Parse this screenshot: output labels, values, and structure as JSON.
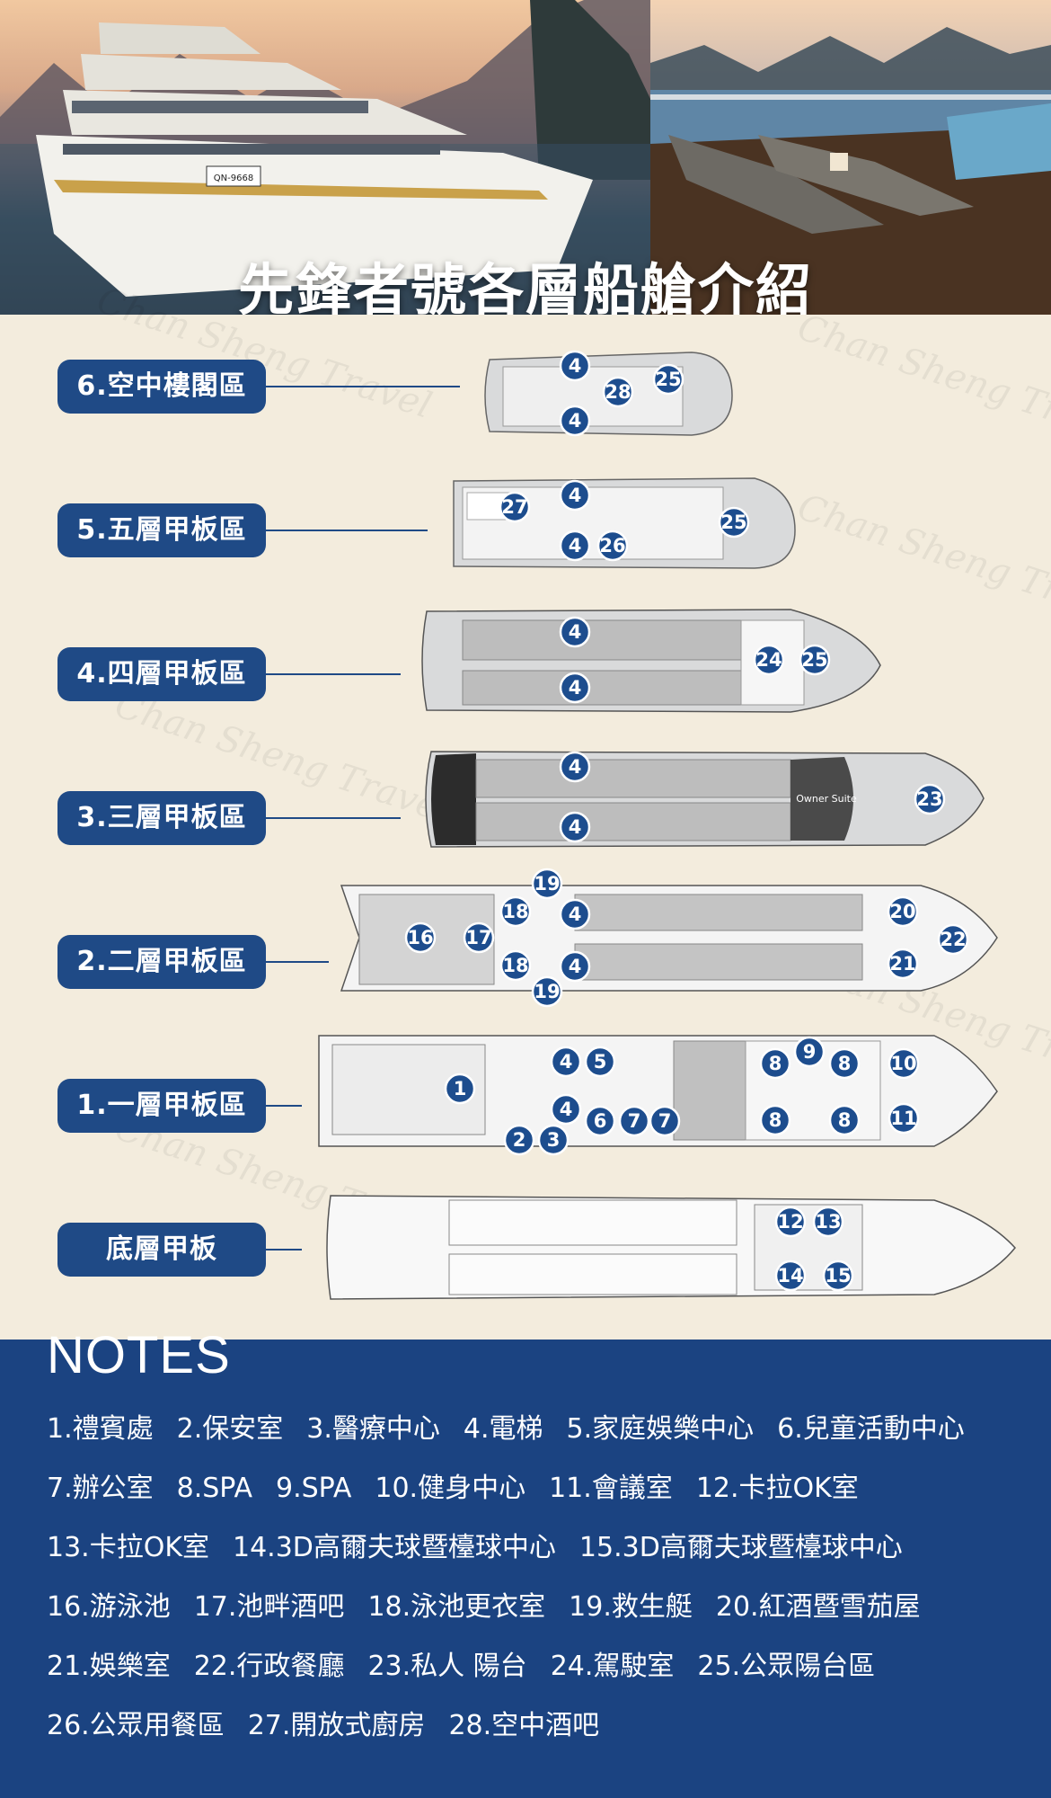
{
  "hero": {
    "title": "先鋒者號各層船艙介紹",
    "ship_plate": "QN-9668"
  },
  "watermark": "Chan Sheng Travel",
  "decks": [
    {
      "label": "6.空中樓閣區"
    },
    {
      "label": "5.五層甲板區"
    },
    {
      "label": "4.四層甲板區"
    },
    {
      "label": "3.三層甲板區"
    },
    {
      "label": "2.二層甲板區"
    },
    {
      "label": "1.一層甲板區"
    },
    {
      "label": "底層甲板"
    }
  ],
  "room_labels": {
    "deck3_owner": "Owner Suite"
  },
  "notes": {
    "title": "NOTES",
    "rows": [
      [
        "1.禮賓處",
        "2.保安室",
        "3.醫療中心",
        "4.電梯",
        "5.家庭娛樂中心",
        "6.兒童活動中心"
      ],
      [
        "7.辦公室",
        "8.SPA",
        "9.SPA",
        "10.健身中心",
        "11.會議室",
        "12.卡拉OK室"
      ],
      [
        "13.卡拉OK室",
        "14.3D高爾夫球暨檯球中心",
        "15.3D高爾夫球暨檯球中心"
      ],
      [
        "16.游泳池",
        "17.池畔酒吧",
        "18.泳池更衣室",
        "19.救生艇",
        "20.紅酒暨雪茄屋"
      ],
      [
        "21.娛樂室",
        "22.行政餐廳",
        "23.私人 陽台",
        "24.駕駛室",
        "25.公眾陽台區"
      ],
      [
        "26.公眾用餐區",
        "27.開放式廚房",
        "28.空中酒吧"
      ]
    ]
  },
  "badges": {
    "deck6": [
      "4",
      "28",
      "25",
      "4"
    ],
    "deck5": [
      "27",
      "4",
      "25",
      "4",
      "26"
    ],
    "deck4": [
      "4",
      "24",
      "25",
      "4"
    ],
    "deck3": [
      "4",
      "23",
      "4"
    ],
    "deck2": [
      "19",
      "18",
      "4",
      "16",
      "17",
      "18",
      "4",
      "19",
      "20",
      "22",
      "21"
    ],
    "deck1": [
      "4",
      "5",
      "1",
      "4",
      "6",
      "7",
      "7",
      "2",
      "3",
      "8",
      "9",
      "8",
      "10",
      "8",
      "8",
      "11"
    ],
    "deck0": [
      "12",
      "13",
      "14",
      "15"
    ]
  }
}
